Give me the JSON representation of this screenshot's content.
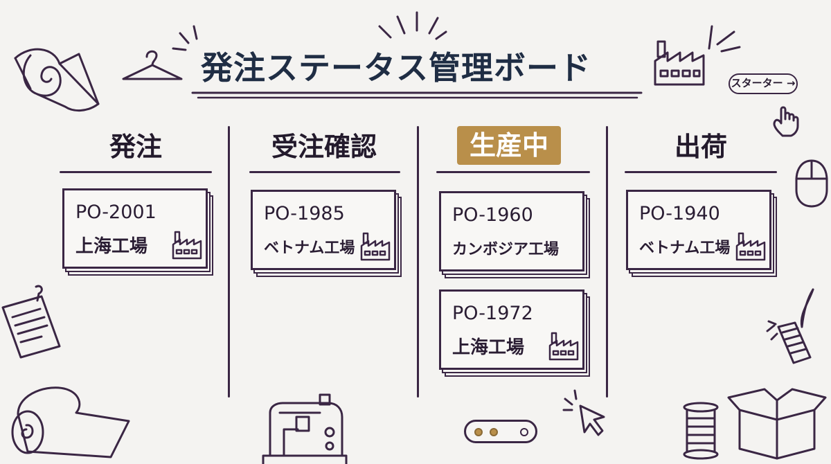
{
  "board": {
    "title": "発注ステータス管理ボード",
    "starter_label": "スターター →"
  },
  "colors": {
    "active_header": "#b98f4a",
    "ink": "#3a2644",
    "title": "#1f2d44",
    "background": "#f4f3f1"
  },
  "columns": [
    {
      "title": "発注",
      "active": false,
      "cards": [
        {
          "po": "PO-2001",
          "factory": "上海工場",
          "icon": "factory-icon"
        }
      ]
    },
    {
      "title": "受注確認",
      "active": false,
      "cards": [
        {
          "po": "PO-1985",
          "factory": "ベトナム工場",
          "icon": "factory-icon"
        }
      ]
    },
    {
      "title": "生産中",
      "active": true,
      "cards": [
        {
          "po": "PO-1960",
          "factory": "カンボジア工場",
          "icon": "factory-icon"
        },
        {
          "po": "PO-1972",
          "factory": "上海工場",
          "icon": "factory-icon"
        }
      ]
    },
    {
      "title": "出荷",
      "active": false,
      "cards": [
        {
          "po": "PO-1940",
          "factory": "ベトナム工場",
          "icon": "factory-icon"
        }
      ]
    }
  ],
  "pager": {
    "total": 3,
    "current": 2
  },
  "decorations": [
    "fabric-roll-icon",
    "hanger-icon",
    "factory-icon",
    "pointer-hand-icon",
    "mouse-icon",
    "clothing-tag-icon",
    "thread-spool-icon",
    "sewing-needle-icon",
    "sewing-machine-icon",
    "cursor-arrow-icon",
    "cardboard-box-icon"
  ]
}
